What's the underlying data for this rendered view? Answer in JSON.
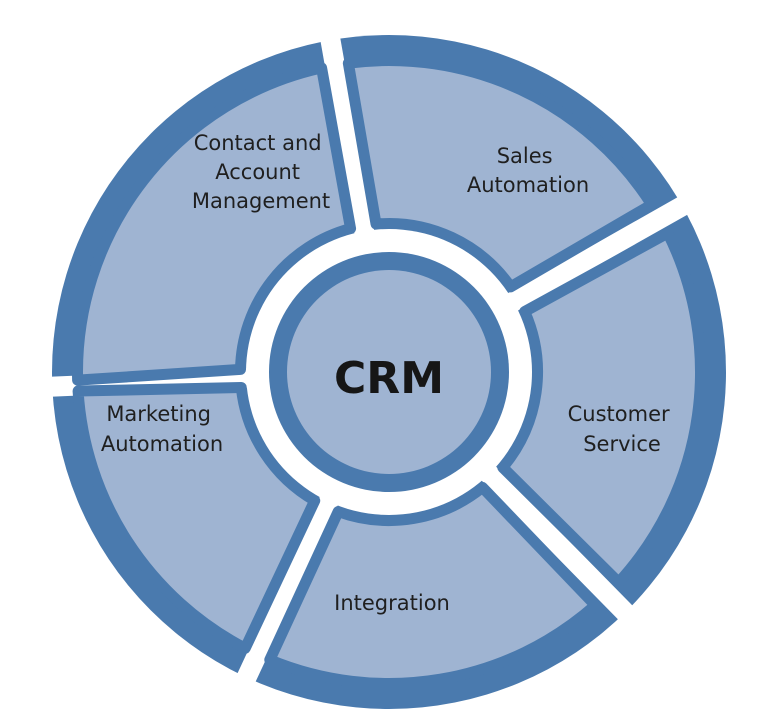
{
  "diagram": {
    "center": {
      "label": "CRM"
    },
    "segments": [
      {
        "lines": [
          "Contact and",
          "Account",
          "Management"
        ]
      },
      {
        "lines": [
          "Sales",
          "Automation"
        ]
      },
      {
        "lines": [
          "Customer",
          "Service"
        ]
      },
      {
        "lines": [
          "Integration"
        ]
      },
      {
        "lines": [
          "Marketing",
          "Automation"
        ]
      }
    ],
    "colors": {
      "outline": "#4a7aae",
      "fill": "#9fb4d2",
      "hub_ring_fill": "#ffffff",
      "text": "#1f1f1f"
    }
  }
}
